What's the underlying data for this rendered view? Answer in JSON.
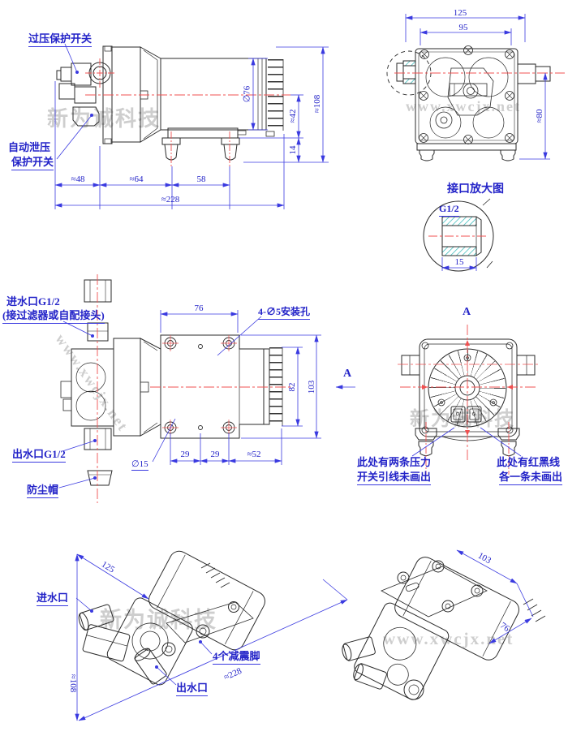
{
  "watermark": {
    "brand": "新为诚科技",
    "site": "www.xwcjx.net"
  },
  "side_view": {
    "label_overpressure": "过压保护开关",
    "label_relief_line1": "自动泄压",
    "label_relief_line2": "保护开关",
    "dim_48": "≈48",
    "dim_64": "≈64",
    "dim_58": "58",
    "dim_228": "≈228",
    "dim_d76": "∅76",
    "dim_42": "≈42",
    "dim_14": "14",
    "dim_108": "≈108"
  },
  "top_view": {
    "dim_125": "125",
    "dim_95": "95",
    "dim_80": "≈80"
  },
  "detail_view": {
    "title": "接口放大图",
    "thread": "G1/2",
    "dim_15": "15"
  },
  "plan_view": {
    "label_inlet_line1": "进水口G1/2",
    "label_inlet_line2": "(接过滤器或自配接头)",
    "label_outlet": "出水口G1/2",
    "label_dustcap": "防尘帽",
    "label_holes": "4-∅5安装孔",
    "dim_76": "76",
    "dim_82": "82",
    "dim_103": "103",
    "dim_29a": "29",
    "dim_29b": "29",
    "dim_52": "≈52",
    "dim_d15": "∅15",
    "arrow_label": "A"
  },
  "a_view": {
    "title": "A",
    "callout_left_line1": "此处有两条压力",
    "callout_left_line2": "开关引线未画出",
    "callout_right_line1": "此处有红黑线",
    "callout_right_line2": "各一条未画出"
  },
  "iso_left": {
    "label_inlet": "进水口",
    "label_outlet": "出水口",
    "label_feet": "4个减震脚",
    "dim_125": "125",
    "dim_228": "≈228",
    "dim_108": "≈108"
  },
  "iso_right": {
    "dim_103": "103",
    "dim_76": "76"
  },
  "colors": {
    "line_black": "#2a2a2a",
    "dimension_blue": "#3a3ae0",
    "text_blue": "#2323c8",
    "centerline_red": "#f05050",
    "hatch_cyan": "#2ab5b5",
    "watermark_gray": "#a5a5a5"
  }
}
